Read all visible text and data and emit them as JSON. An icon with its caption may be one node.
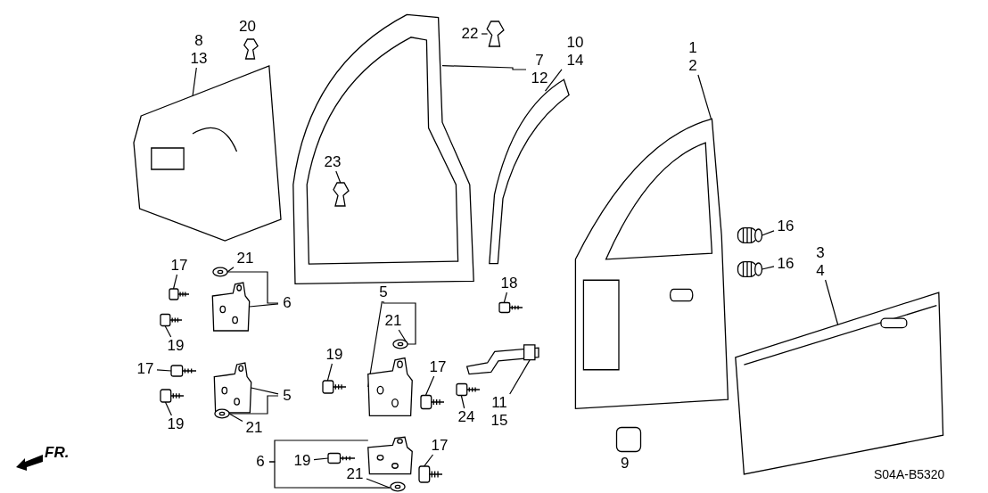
{
  "diagram": {
    "nodes": [
      {
        "text": [
          "8",
          "13"
        ]
      },
      {
        "text": [],
        "shape": "picture"
      },
      {
        "text": [
          "7",
          "12"
        ]
      },
      {
        "text": [],
        "shape": "picture"
      },
      {
        "text": [
          "22"
        ]
      },
      {
        "text": [],
        "shape": "picture"
      },
      {
        "text": [
          "10",
          "14"
        ]
      },
      {
        "text": [],
        "shape": "picture"
      },
      {
        "text": [
          "1",
          "2"
        ]
      },
      {
        "text": [],
        "shape": "picture"
      },
      {
        "text": [
          "23"
        ],
        "in": 3
      },
      {
        "text": [],
        "shape": "picture",
        "in": 3
      },
      {
        "text": [
          "16"
        ]
      },
      {
        "text": [],
        "shape": "picture"
      },
      {
        "text": [
          "16"
        ]
      },
      {
        "text": [],
        "shape": "picture"
      },
      {
        "text": [
          "3",
          "4"
        ]
      },
      {
        "text": [],
        "shape": "picture"
      },
      {
        "text": [
          "17"
        ]
      },
      {
        "text": [],
        "shape": "picture"
      },
      {
        "text": [
          "21"
        ]
      },
      {
        "text": [],
        "shape": "picture"
      },
      {
        "text": [
          "6"
        ]
      },
      {
        "text": [],
        "shape": "picture"
      },
      {
        "text": [
          "19"
        ]
      },
      {
        "text": [],
        "shape": "picture"
      },
      {
        "text": [
          "17"
        ]
      },
      {
        "text": [],
        "shape": "picture"
      },
      {
        "text": [
          "5"
        ]
      },
      {
        "text": [],
        "shape": "picture"
      },
      {
        "text": [
          "21"
        ]
      },
      {
        "text": [],
        "shape": "picture"
      },
      {
        "text": [
          "19"
        ]
      },
      {
        "text": [],
        "shape": "picture"
      },
      {
        "text": [
          "5"
        ]
      },
      {
        "text": [],
        "shape": "picture"
      },
      {
        "text": [
          "21"
        ]
      },
      {
        "text": [],
        "shape": "picture"
      },
      {
        "text": [
          "19"
        ]
      },
      {
        "text": [],
        "shape": "picture"
      },
      {
        "text": [
          "17"
        ]
      },
      {
        "text": [],
        "shape": "picture"
      },
      {
        "text": [
          "18"
        ]
      },
      {
        "text": [],
        "shape": "picture"
      },
      {
        "text": [
          "24"
        ]
      },
      {
        "text": [],
        "shape": "picture"
      },
      {
        "text": [
          "11",
          "15"
        ]
      },
      {
        "text": [],
        "shape": "picture"
      },
      {
        "text": [
          "6"
        ]
      },
      {
        "text": [],
        "shape": "picture"
      },
      {
        "text": [
          "19"
        ]
      },
      {
        "text": [],
        "shape": "picture"
      },
      {
        "text": [
          "21"
        ]
      },
      {
        "text": [],
        "shape": "picture"
      },
      {
        "text": [
          "17"
        ]
      },
      {
        "text": [],
        "shape": "picture"
      }
    ],
    "edges": [
      {
        "from": 0,
        "to": 1,
        "arrow": "none"
      },
      {
        "from": 2,
        "to": 3,
        "arrow": "none"
      },
      {
        "from": 4,
        "to": 5,
        "arrow": "none"
      },
      {
        "from": 6,
        "to": 7,
        "arrow": "none"
      },
      {
        "from": 8,
        "to": 9,
        "arrow": "none"
      },
      {
        "from": 10,
        "to": 11,
        "arrow": "none"
      },
      {
        "from": 12,
        "to": 13,
        "arrow": "none"
      },
      {
        "from": 14,
        "to": 15,
        "arrow": "none"
      },
      {
        "from": 16,
        "to": 17,
        "arrow": "none"
      },
      {
        "from": 18,
        "to": 19,
        "arrow": "none"
      },
      {
        "from": 20,
        "to": 21,
        "arrow": "none"
      },
      {
        "from": 22,
        "to": 23,
        "arrow": "none"
      },
      {
        "from": 22,
        "to": 21,
        "arrow": "none"
      },
      {
        "from": 24,
        "to": 25,
        "arrow": "none"
      },
      {
        "from": 26,
        "to": 27,
        "arrow": "none"
      },
      {
        "from": 28,
        "to": 29,
        "arrow": "none"
      },
      {
        "from": 28,
        "to": 31,
        "arrow": "none"
      },
      {
        "from": 30,
        "to": 31,
        "arrow": "none"
      },
      {
        "from": 32,
        "to": 33,
        "arrow": "none"
      },
      {
        "from": 34,
        "to": 35,
        "arrow": "none"
      },
      {
        "from": 34,
        "to": 37,
        "arrow": "none"
      },
      {
        "from": 36,
        "to": 37,
        "arrow": "none"
      },
      {
        "from": 38,
        "to": 39,
        "arrow": "none"
      },
      {
        "from": 40,
        "to": 41,
        "arrow": "none"
      },
      {
        "from": 42,
        "to": 43,
        "arrow": "none"
      },
      {
        "from": 44,
        "to": 45,
        "arrow": "none"
      },
      {
        "from": 46,
        "to": 47,
        "arrow": "none"
      },
      {
        "from": 48,
        "to": 49,
        "arrow": "none"
      },
      {
        "from": 48,
        "to": 53,
        "arrow": "none"
      },
      {
        "from": 50,
        "to": 51,
        "arrow": "none"
      },
      {
        "from": 52,
        "to": 53,
        "arrow": "none"
      },
      {
        "from": 54,
        "to": 55,
        "arrow": "none"
      }
    ],
    "labels": [
      "20",
      "9",
      "FR.",
      "S04A-B5320"
    ]
  }
}
